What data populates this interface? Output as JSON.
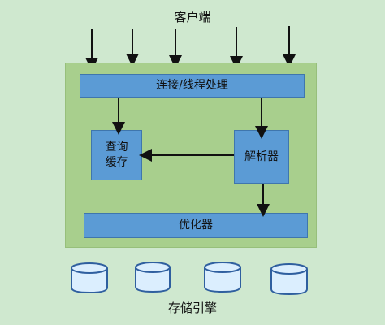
{
  "title": "客户端",
  "server": {
    "connection_label": "连接/线程处理",
    "query_cache_label": "查询缓存",
    "parser_label": "解析器",
    "optimizer_label": "优化器"
  },
  "storage_label": "存储引擎",
  "colors": {
    "background": "#cfe8cf",
    "server_fill": "#a8cf8d",
    "component_fill": "#5b9bd5",
    "arrow": "#111111",
    "cylinder_fill": "#dbeefe"
  }
}
